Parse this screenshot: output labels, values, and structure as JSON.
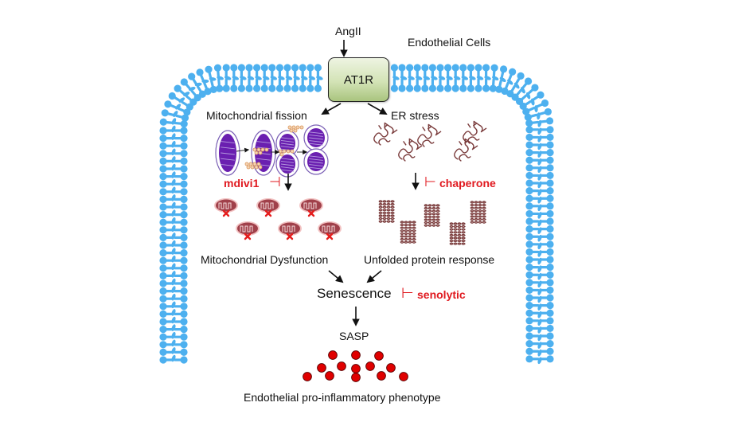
{
  "diagram": {
    "title": "Endothelial Cells",
    "colors": {
      "membrane": "#4db0ef",
      "receptor_fill": "#cfe0b0",
      "inhibitor_text": "#e0191f",
      "mitochondria": "#6a1fb0",
      "damaged_mito": "#a0404a",
      "protein": "#7a3b3b",
      "sasp_dot": "#e00000"
    },
    "ligand": "AngII",
    "receptor": "AT1R",
    "branches": {
      "left": {
        "label": "Mitochondrial fission",
        "inhibitor": "mdivi1",
        "outcome": "Mitochondrial Dysfunction"
      },
      "right": {
        "label": "ER stress",
        "inhibitor": "chaperone",
        "outcome": "Unfolded protein response"
      }
    },
    "senescence": {
      "label": "Senescence",
      "inhibitor": "senolytic"
    },
    "sasp": {
      "label": "SASP",
      "dot_count": 13
    },
    "phenotype": "Endothelial pro-inflammatory phenotype",
    "inhibit_symbol_left": "⊣",
    "inhibit_symbol_right": "⊢"
  }
}
